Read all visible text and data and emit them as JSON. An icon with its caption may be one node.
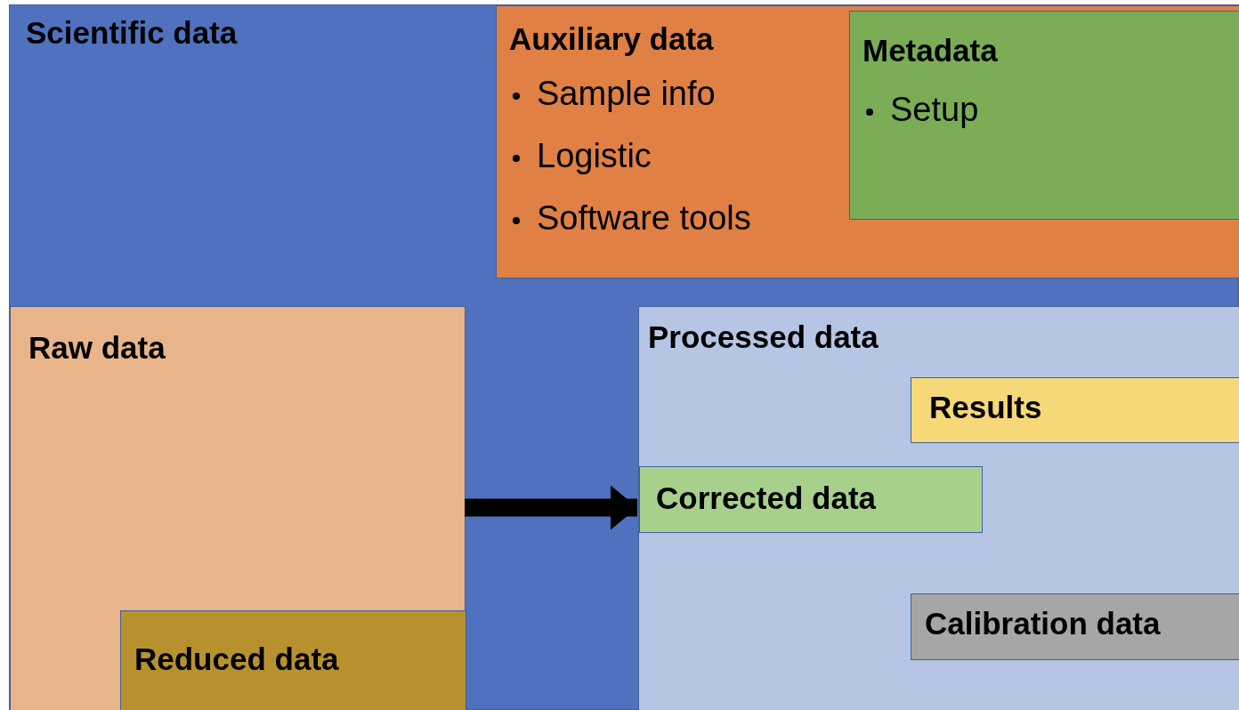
{
  "diagram": {
    "nodes": [
      {
        "text": [
          "Scientific data"
        ]
      },
      {
        "text": [
          "Auxiliary data",
          "Sample info",
          "Logistic",
          "Software tools"
        ],
        "in": 0
      },
      {
        "text": [
          "Metadata",
          "Setup"
        ],
        "in": 1
      },
      {
        "text": [
          "Raw data"
        ],
        "in": 0
      },
      {
        "text": [
          "Reduced data"
        ],
        "in": 3
      },
      {
        "text": [
          "Processed data"
        ],
        "in": 0
      },
      {
        "text": [
          "Results"
        ],
        "in": 5
      },
      {
        "text": [
          "Corrected data"
        ],
        "in": 5
      },
      {
        "text": [
          "Calibration data"
        ],
        "in": 5
      }
    ],
    "edges": [
      {
        "from": 3,
        "to": 5,
        "arrow": "to"
      }
    ]
  }
}
